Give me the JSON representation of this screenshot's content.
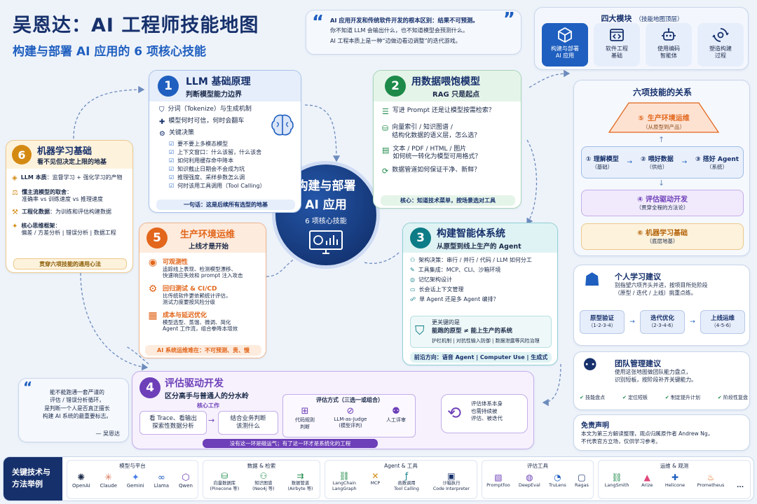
{
  "header": {
    "title": "吴恩达：AI 工程师技能地图",
    "subtitle": "构建与部署 AI 应用的 6 项核心技能"
  },
  "quote_top": {
    "lines": [
      "AI 应用开发和传统软件开发的根本区别：结果不可预测。",
      "你不知道 LLM 会输出什么，也不知道模型会预测什么。",
      "AI 工程本质上是一种“边做边看边调整”的迭代游戏。"
    ]
  },
  "modules": {
    "title": "四大模块",
    "note": "（技能地图顶层）",
    "items": [
      {
        "label": "构建与部署\nAI 应用",
        "icon": "cube-icon"
      },
      {
        "label": "软件工程\n基础",
        "icon": "code-window-icon"
      },
      {
        "label": "使用编码\n智能体",
        "icon": "robot-icon"
      },
      {
        "label": "塑造构建\n过程",
        "icon": "gear-cycle-icon"
      }
    ]
  },
  "center": {
    "title1": "构建与部署",
    "title2": "AI 应用",
    "sub": "6 项核心技能"
  },
  "skill1": {
    "num": "1",
    "title": "LLM 基础原理",
    "subtitle": "判断模型能力边界",
    "items": [
      "分词（Tokenize）与生成机制",
      "模型何时可信，何时会翻车",
      "关键决策"
    ],
    "checks": [
      "要不要上多模态模型",
      "上下文窗口：什么该留，什么该舍",
      "如何利用缓存命中降本",
      "知识截止日期会不会成为坑",
      "推理强度、采样参数怎么调",
      "何时该用工具调用（Tool Calling）"
    ],
    "footer": "一句话：这是后续所有选型的地基"
  },
  "skill2": {
    "num": "2",
    "title": "用数据喂饱模型",
    "subtitle": "RAG 只是起点",
    "items": [
      "写进 Prompt 还是让模型按需检索？",
      "向量索引 / 知识图谱 /\n结构化数据的语义层，怎么选？",
      "文本 / PDF / HTML / 图片\n如何统一转化为模型可用格式？",
      "数据管道如何保证干净、新鲜？"
    ],
    "footer": "核心：知道技术菜单，按场景选对工具"
  },
  "skill3": {
    "num": "3",
    "title": "构建智能体系统",
    "subtitle": "从原型到线上生产的 Agent",
    "items": [
      "架构决策：串行 / 并行 / 代码 / LLM 如何分工",
      "工具集成：MCP、CLI、沙箱环境",
      "记忆架构设计",
      "长会话上下文管理",
      "单 Agent 还是多 Agent 编排？"
    ],
    "key_title": "更关键的是",
    "key_main": "能跑的原型 ≠ 能上生产的系统",
    "key_sub": "护栏机制 | 对抗性输入防御 | 数据泄露等风险治理",
    "footer": "前沿方向：语音 Agent | Computer Use | 生成式 UI"
  },
  "skill4": {
    "num": "4",
    "title": "评估驱动开发",
    "subtitle": "区分高手与普通人的分水岭",
    "core_label": "核心工作",
    "core": [
      "看 Trace、看输出\n探索性数据分析",
      "结合业务判断\n该测什么"
    ],
    "methods_label": "评估方式（三选一或组合）",
    "methods": [
      {
        "label": "代码规则\n判断",
        "icon": "code-rule-icon"
      },
      {
        "label": "LLM-as-Judge\n(模型评判)",
        "icon": "judge-icon"
      },
      {
        "label": "人工评审",
        "icon": "people-icon"
      }
    ],
    "loop": "评估体系本身\n也需持续被\n评估、被迭代",
    "footer": "没有这一环是碰运气；有了这一环才是系统化的工程"
  },
  "skill5": {
    "num": "5",
    "title": "生产环境运维",
    "subtitle": "上线才是开始",
    "items": [
      {
        "title": "可观测性",
        "desc": "追踪线上表现、检测模型漂移、\n快速响应失效和 prompt 注入攻击"
      },
      {
        "title": "回归测试 & CI/CD",
        "desc": "比传统软件更依赖统计评估，\n测试力度要按风险分级"
      },
      {
        "title": "成本与延迟优化",
        "desc": "模型选型、蒸馏、微调、简化\nAgent 工作流，组合拳降本增效"
      }
    ],
    "footer": "AI 系统运维难在：不可预测、贵、慢"
  },
  "skill6": {
    "num": "6",
    "title": "机器学习基础",
    "subtitle": "看不见但决定上限的地基",
    "items": [
      {
        "title": "LLM 本质",
        "desc": "监督学习 + 强化学习的产物"
      },
      {
        "title": "懂主流模型的取舍",
        "desc": "准确率 vs 训练速度 vs 推理速度"
      },
      {
        "title": "工程化数据",
        "desc": "为训练和评估构建数据"
      },
      {
        "title": "核心思维框架",
        "desc": "偏差 / 方差分析 | 错误分析 | 数据工程"
      }
    ],
    "footer": "贯穿六项技能的通用心法"
  },
  "left_quote": {
    "text": "能不能跑通一套严谨的\n评估 / 错误分析循环，\n是判断一个人是否真正擅长\n构建 AI 系统的最重要标志。",
    "author": "— 吴恩达"
  },
  "relations": {
    "title": "六项技能的关系",
    "top": {
      "num": "⑤",
      "label": "生产环境运维",
      "sub": "（从原型到产品）"
    },
    "mid": [
      {
        "num": "①",
        "label": "理解模型",
        "sub": "（基础）"
      },
      {
        "num": "②",
        "label": "喂好数据",
        "sub": "（供给）"
      },
      {
        "num": "③",
        "label": "搭好 Agent",
        "sub": "（系统）"
      }
    ],
    "eval": {
      "num": "④",
      "label": "评估驱动开发",
      "sub": "（贯穿全程的方法论）"
    },
    "base": {
      "num": "⑥",
      "label": "机器学习基础",
      "sub": "（底层地基）"
    }
  },
  "personal": {
    "title": "个人学习建议",
    "text": "别指望六项齐头并进，按项目所处阶段\n（原型 / 迭代 / 上线）挑重点练。",
    "stages": [
      {
        "label": "原型验证",
        "sub": "（1-2-3-4）"
      },
      {
        "label": "迭代优化",
        "sub": "（2-3-4-6）"
      },
      {
        "label": "上线运维",
        "sub": "（4-5-6）"
      }
    ]
  },
  "team": {
    "title": "团队管理建议",
    "text": "使用这张地图做团队能力盘点，\n识别短板，按阶段补齐关键能力。",
    "checks": [
      "技能盘点",
      "定位短板",
      "制定提升计划",
      "阶段性复盘"
    ]
  },
  "disclaimer": {
    "title": "免责声明",
    "text": "本文为第三方解读整理，观点归属原作者 Andrew Ng，\n不代表官方立场，仅供学习参考。"
  },
  "tools": {
    "label": "关键技术与\n方法举例",
    "groups": [
      {
        "title": "模型与平台",
        "items": [
          "OpenAI",
          "Claude",
          "Gemini",
          "Llama",
          "Qwen"
        ]
      },
      {
        "title": "数据 & 检索",
        "items": [
          "向量数据库\n(Pinecone 等)",
          "知识图谱\n(Neo4j 等)",
          "数据管道\n(Airbyte 等)"
        ]
      },
      {
        "title": "Agent & 工具",
        "items": [
          "LangChain\nLangGraph",
          "MCP",
          "函数调用\nTool Calling",
          "沙箱执行\nCode Interpreter"
        ]
      },
      {
        "title": "评估工具",
        "items": [
          "Promptfoo",
          "DeepEval",
          "TruLens",
          "Ragas"
        ]
      },
      {
        "title": "运维 & 观测",
        "items": [
          "LangSmith",
          "Arize",
          "Helicone",
          "Prometheus",
          "..."
        ]
      }
    ]
  },
  "colors": {
    "navy": "#16306b",
    "blue": "#1f5fbf",
    "green": "#1e8a4a",
    "teal": "#0e7c86",
    "purple": "#6d3fb8",
    "orange": "#e2661b",
    "amber": "#d48a12"
  }
}
